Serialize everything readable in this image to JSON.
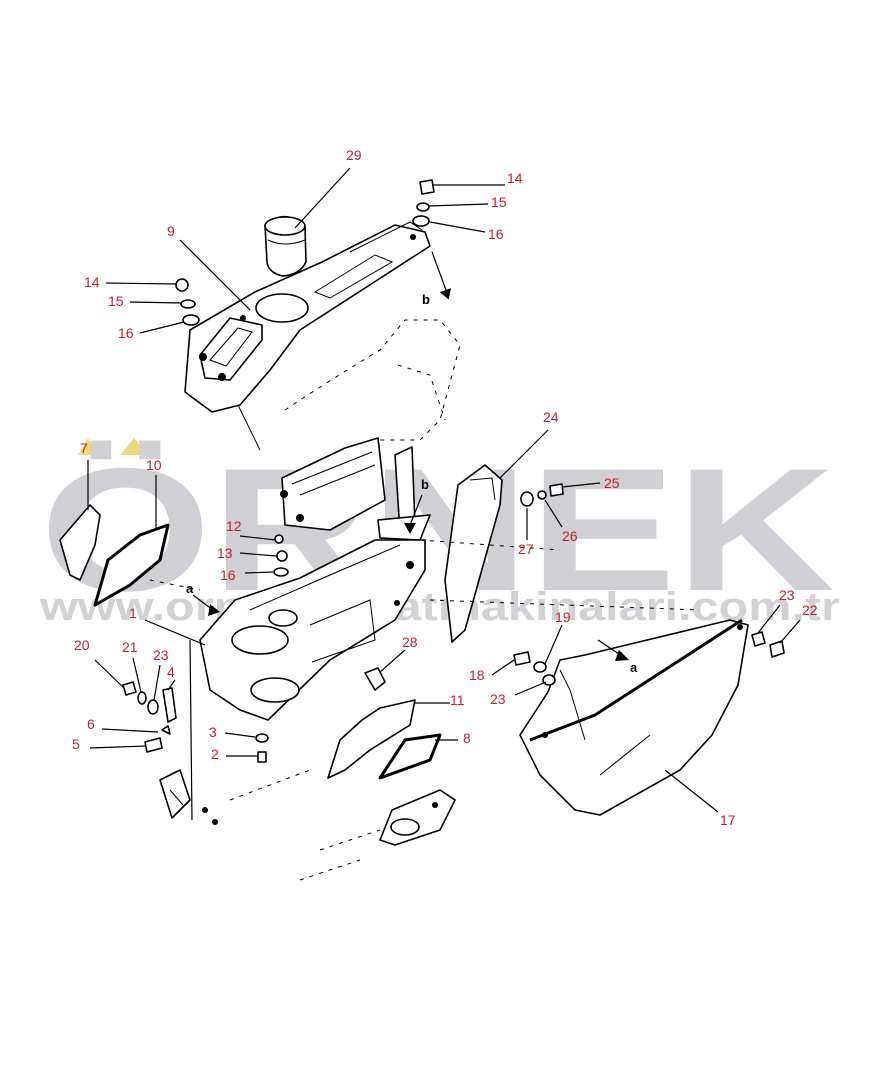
{
  "diagram": {
    "watermark": {
      "brand": "ÖRNEK",
      "url": "www.ornekinsaatmakinalari.com.tr",
      "brand_color": "#cfcfd4",
      "accent_color": "#f3d77a"
    },
    "label_color": "#c8202a",
    "callouts": [
      {
        "id": "c29",
        "text": "29"
      },
      {
        "id": "c14a",
        "text": "14"
      },
      {
        "id": "c15a",
        "text": "15"
      },
      {
        "id": "c16a",
        "text": "16"
      },
      {
        "id": "c9",
        "text": "9"
      },
      {
        "id": "c14b",
        "text": "14"
      },
      {
        "id": "c15b",
        "text": "15"
      },
      {
        "id": "c16b",
        "text": "16"
      },
      {
        "id": "c24",
        "text": "24"
      },
      {
        "id": "c25",
        "text": "25"
      },
      {
        "id": "c26",
        "text": "26"
      },
      {
        "id": "c27",
        "text": "27"
      },
      {
        "id": "c7",
        "text": "7"
      },
      {
        "id": "c10",
        "text": "10"
      },
      {
        "id": "c12",
        "text": "12"
      },
      {
        "id": "c13",
        "text": "13"
      },
      {
        "id": "c16c",
        "text": "16"
      },
      {
        "id": "c1",
        "text": "1"
      },
      {
        "id": "c20",
        "text": "20"
      },
      {
        "id": "c21",
        "text": "21"
      },
      {
        "id": "c23a",
        "text": "23"
      },
      {
        "id": "c4",
        "text": "4"
      },
      {
        "id": "c6",
        "text": "6"
      },
      {
        "id": "c5",
        "text": "5"
      },
      {
        "id": "c3",
        "text": "3"
      },
      {
        "id": "c2",
        "text": "2"
      },
      {
        "id": "c28",
        "text": "28"
      },
      {
        "id": "c11",
        "text": "11"
      },
      {
        "id": "c8",
        "text": "8"
      },
      {
        "id": "c19",
        "text": "19"
      },
      {
        "id": "c18",
        "text": "18"
      },
      {
        "id": "c23b",
        "text": "23"
      },
      {
        "id": "c23c",
        "text": "23"
      },
      {
        "id": "c22",
        "text": "22"
      },
      {
        "id": "c17",
        "text": "17"
      }
    ],
    "reference_marks": [
      {
        "id": "b1",
        "text": "b"
      },
      {
        "id": "b2",
        "text": "b"
      },
      {
        "id": "a1",
        "text": "a"
      },
      {
        "id": "a2",
        "text": "a"
      }
    ]
  }
}
